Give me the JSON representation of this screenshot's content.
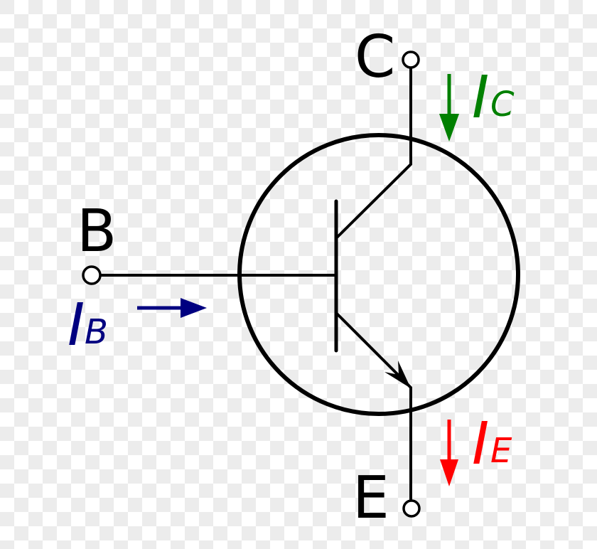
{
  "diagram": {
    "title": "NPN bipolar junction transistor symbol with terminal currents",
    "component": "NPN transistor",
    "colors": {
      "wire": "#000000",
      "terminal_fill": "#ffffff",
      "collector_current": "#008000",
      "base_current": "#000080",
      "emitter_current": "#ff0000"
    },
    "terminals": {
      "collector": {
        "label": "C"
      },
      "base": {
        "label": "B"
      },
      "emitter": {
        "label": "E"
      }
    },
    "currents": {
      "collector": {
        "symbol": "I",
        "subscript": "C",
        "direction": "down (into collector)"
      },
      "base": {
        "symbol": "I",
        "subscript": "B",
        "direction": "right (into base)"
      },
      "emitter": {
        "symbol": "I",
        "subscript": "E",
        "direction": "down (out of emitter)"
      }
    }
  }
}
